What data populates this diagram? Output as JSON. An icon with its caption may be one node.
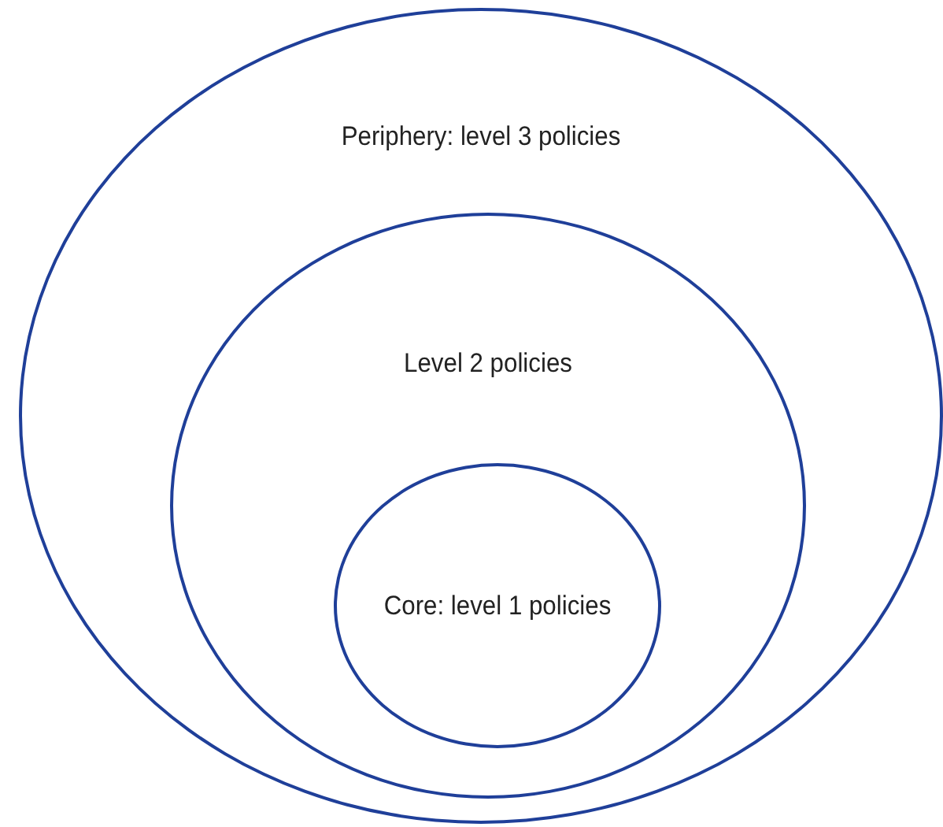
{
  "diagram": {
    "nodes": [
      {
        "text": [
          "Periphery: level 3 policies"
        ]
      },
      {
        "text": [
          "Level 2 policies"
        ],
        "in": 0
      },
      {
        "text": [
          "Core: level 1 policies"
        ],
        "in": 1
      }
    ]
  }
}
